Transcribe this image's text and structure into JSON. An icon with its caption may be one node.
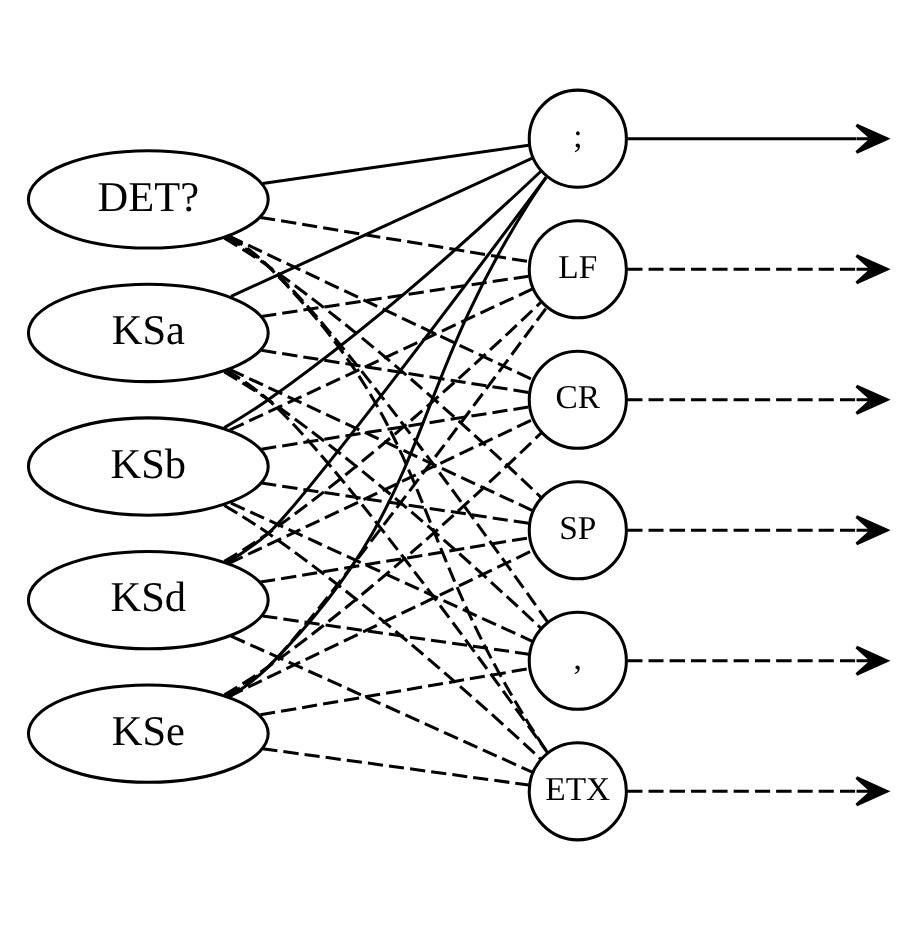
{
  "diagram": {
    "nodes": [
      {
        "text": [
          "KSa"
        ]
      },
      {
        "text": [
          "KSb"
        ]
      },
      {
        "text": [
          "KSd"
        ]
      },
      {
        "text": [
          "KSe"
        ]
      },
      {
        "text": [
          "DET?"
        ]
      },
      {
        "text": [
          ";"
        ]
      },
      {
        "text": [
          "LF"
        ]
      },
      {
        "text": [
          "CR"
        ]
      },
      {
        "text": [
          "SP"
        ]
      },
      {
        "text": [
          ","
        ]
      },
      {
        "text": [
          "ETX"
        ]
      }
    ],
    "edges": [
      {
        "from": 0,
        "to": 5,
        "arrow": "none"
      },
      {
        "from": 1,
        "to": 5,
        "arrow": "none"
      },
      {
        "from": 2,
        "to": 5,
        "arrow": "none"
      },
      {
        "from": 3,
        "to": 5,
        "arrow": "none"
      },
      {
        "from": 4,
        "to": 5,
        "arrow": "none"
      },
      {
        "from": 0,
        "to": 6,
        "arrow": "none",
        "style": "dashed"
      },
      {
        "from": 1,
        "to": 6,
        "arrow": "none",
        "style": "dashed"
      },
      {
        "from": 2,
        "to": 6,
        "arrow": "none",
        "style": "dashed"
      },
      {
        "from": 3,
        "to": 6,
        "arrow": "none",
        "style": "dashed"
      },
      {
        "from": 4,
        "to": 6,
        "arrow": "none",
        "style": "dashed"
      },
      {
        "from": 0,
        "to": 7,
        "arrow": "none",
        "style": "dashed"
      },
      {
        "from": 1,
        "to": 7,
        "arrow": "none",
        "style": "dashed"
      },
      {
        "from": 2,
        "to": 7,
        "arrow": "none",
        "style": "dashed"
      },
      {
        "from": 3,
        "to": 7,
        "arrow": "none",
        "style": "dashed"
      },
      {
        "from": 4,
        "to": 7,
        "arrow": "none",
        "style": "dashed"
      },
      {
        "from": 0,
        "to": 8,
        "arrow": "none",
        "style": "dashed"
      },
      {
        "from": 1,
        "to": 8,
        "arrow": "none",
        "style": "dashed"
      },
      {
        "from": 2,
        "to": 8,
        "arrow": "none",
        "style": "dashed"
      },
      {
        "from": 3,
        "to": 8,
        "arrow": "none",
        "style": "dashed"
      },
      {
        "from": 4,
        "to": 8,
        "arrow": "none",
        "style": "dashed"
      },
      {
        "from": 0,
        "to": 9,
        "arrow": "none",
        "style": "dashed"
      },
      {
        "from": 1,
        "to": 9,
        "arrow": "none",
        "style": "dashed"
      },
      {
        "from": 2,
        "to": 9,
        "arrow": "none",
        "style": "dashed"
      },
      {
        "from": 3,
        "to": 9,
        "arrow": "none",
        "style": "dashed"
      },
      {
        "from": 4,
        "to": 9,
        "arrow": "none",
        "style": "dashed"
      },
      {
        "from": 0,
        "to": 10,
        "arrow": "none",
        "style": "dashed"
      },
      {
        "from": 1,
        "to": 10,
        "arrow": "none",
        "style": "dashed"
      },
      {
        "from": 2,
        "to": 10,
        "arrow": "none",
        "style": "dashed"
      },
      {
        "from": 3,
        "to": 10,
        "arrow": "none",
        "style": "dashed"
      },
      {
        "from": 4,
        "to": 10,
        "arrow": "none",
        "style": "dashed"
      },
      {
        "from": 5,
        "to": null,
        "arrow": "to"
      },
      {
        "from": 6,
        "to": null,
        "arrow": "to",
        "style": "dashed"
      },
      {
        "from": 7,
        "to": null,
        "arrow": "to",
        "style": "dashed"
      },
      {
        "from": 8,
        "to": null,
        "arrow": "to",
        "style": "dashed"
      },
      {
        "from": 9,
        "to": null,
        "arrow": "to",
        "style": "dashed"
      },
      {
        "from": 10,
        "to": null,
        "arrow": "to",
        "style": "dashed"
      }
    ]
  }
}
